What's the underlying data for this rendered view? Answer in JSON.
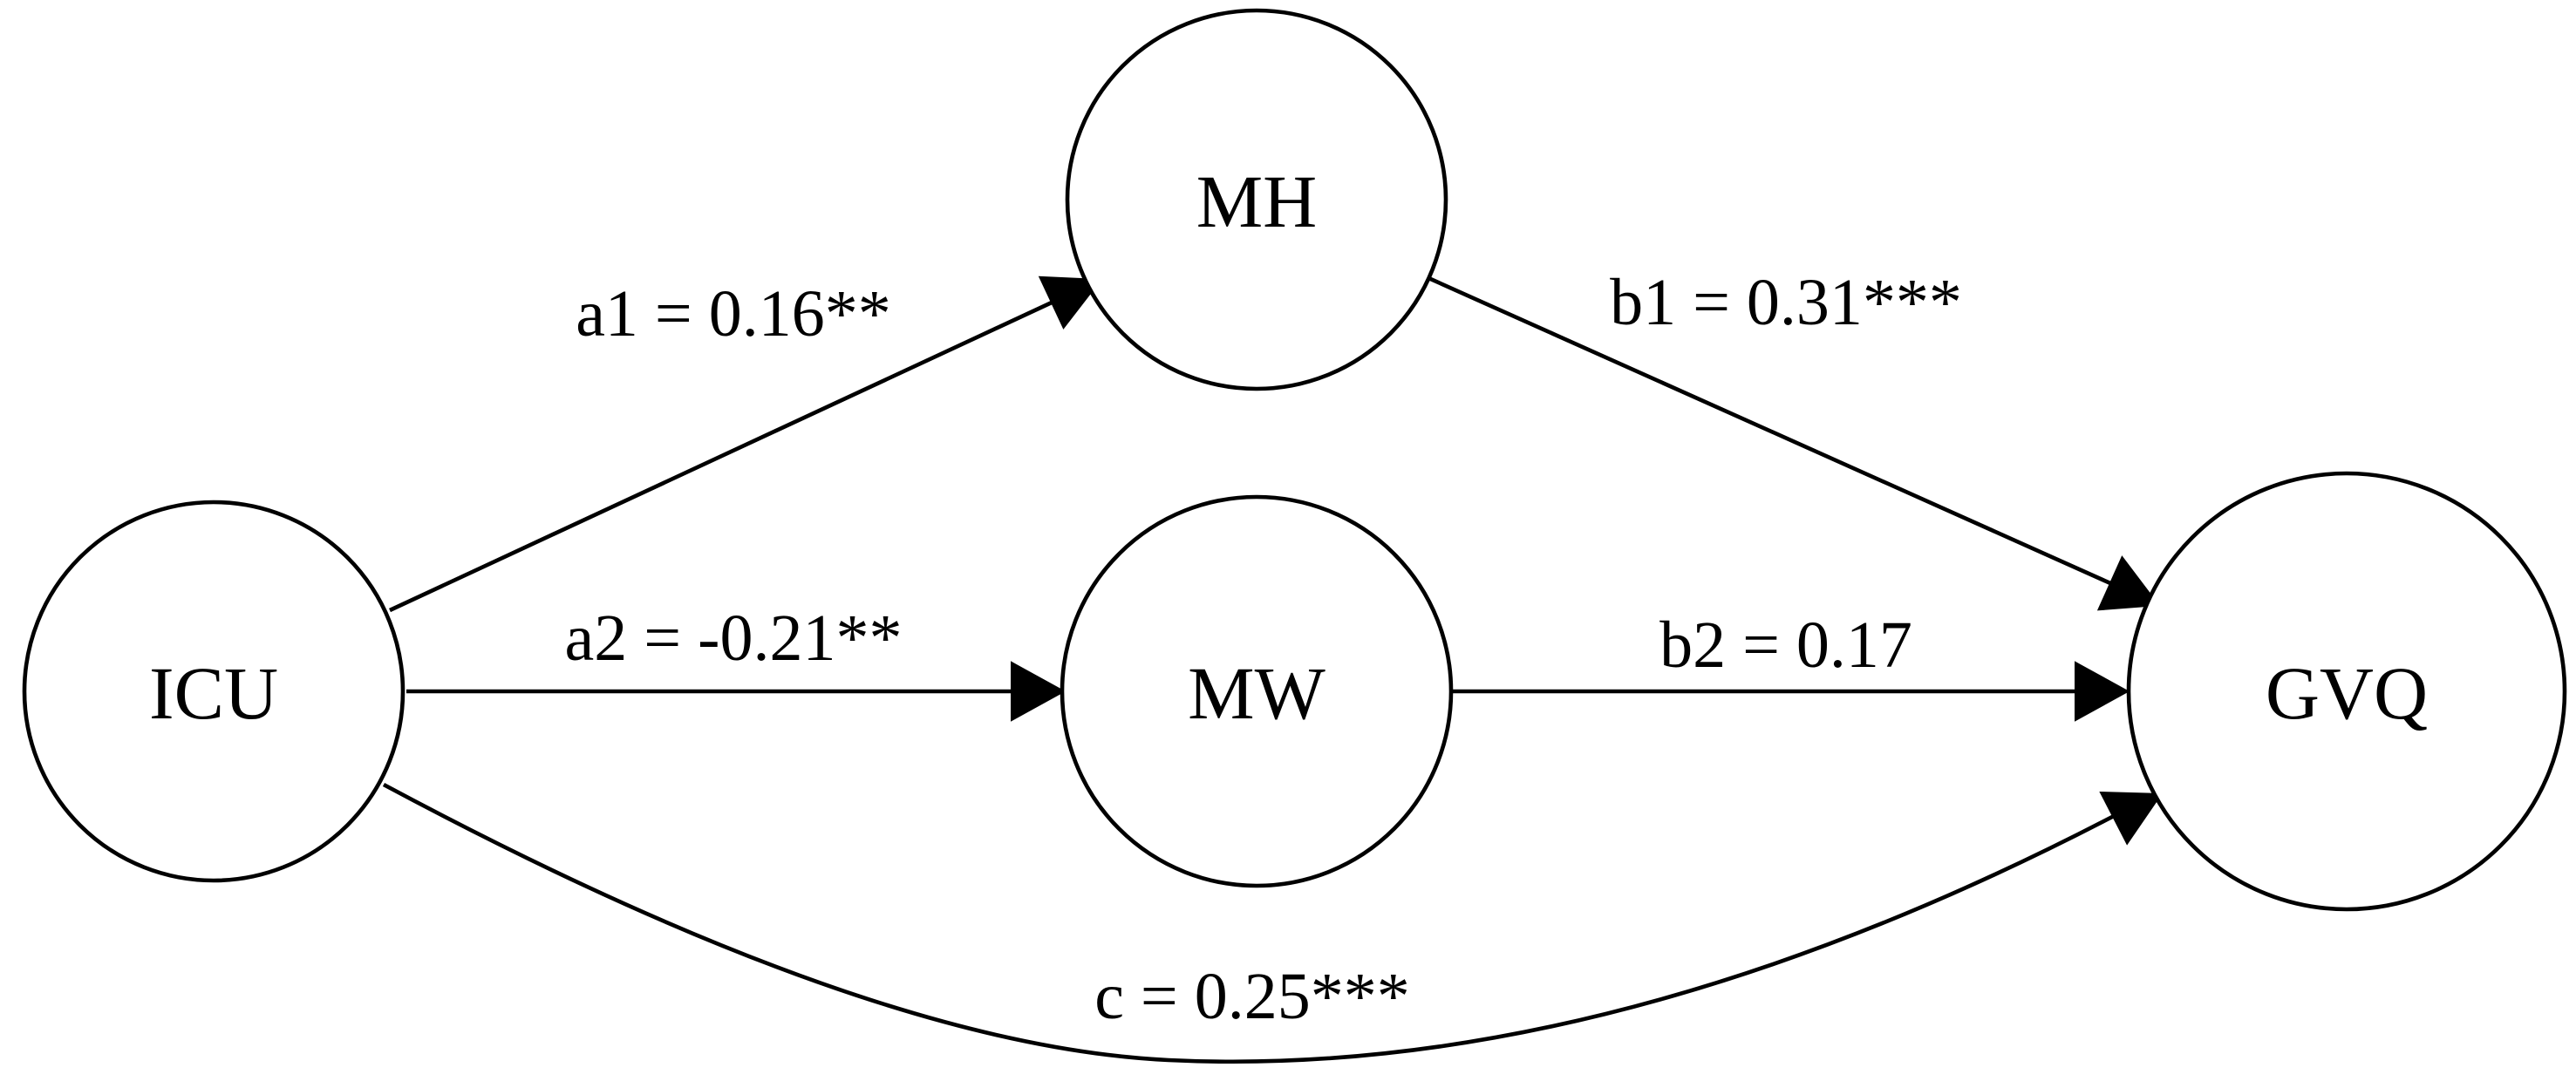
{
  "diagram": {
    "nodes": {
      "icu": "ICU",
      "mh": "MH",
      "mw": "MW",
      "gvq": "GVQ"
    },
    "edges": {
      "a1": "a1 = 0.16**",
      "a2": "a2 = -0.21**",
      "b1": "b1 = 0.31***",
      "b2": "b2 = 0.17",
      "c": "c = 0.25***"
    }
  },
  "colors": {
    "stroke": "#000000",
    "background": "#ffffff"
  }
}
